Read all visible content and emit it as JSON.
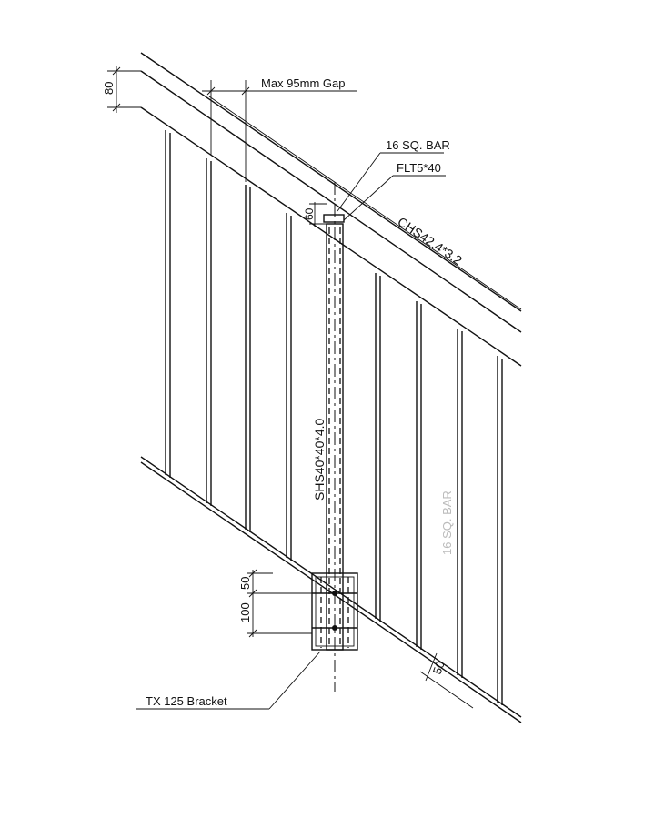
{
  "labels": {
    "max_gap": "Max 95mm Gap",
    "dim_80": "80",
    "sq_bar": "16 SQ. BAR",
    "flt": "FLT5*40",
    "dim_60": "60",
    "chs": "CHS42.4*3.2",
    "shs": "SHS40*40*4.0",
    "faint_bar": "16 SQ. BAR",
    "dim_50_top": "50",
    "dim_100": "100",
    "dim_50_bottom": "50",
    "bracket": "TX 125 Bracket"
  }
}
